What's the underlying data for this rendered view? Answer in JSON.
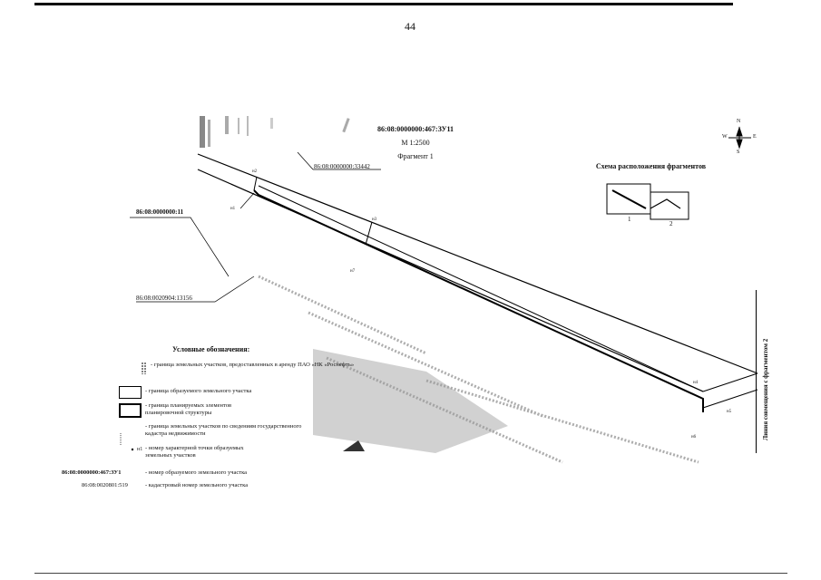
{
  "page_number": "44",
  "map": {
    "zu_number": "86:08:0000000:467:ЗУ11",
    "scale": "М 1:2500",
    "fragment": "Фрагмент 1",
    "side_label": "Линия совмещения с фрагментом 2",
    "compass": {
      "n": "N",
      "s": "S",
      "w": "W",
      "e": "E"
    },
    "cadastral_labels": [
      "86:08:0000000:33442",
      "86:08:0000000:11",
      "86:08:0020904:13156"
    ],
    "points": [
      "н2",
      "н1",
      "н3",
      "н7",
      "н4",
      "н5",
      "н6"
    ]
  },
  "inset": {
    "title": "Схема расположения фрагментов",
    "fragments": [
      "1",
      "2"
    ]
  },
  "legend": {
    "title": "Условные обозначения:",
    "items": [
      "- граница земельных участков, предоставленных в аренду ПАО «НК «Роснефть»",
      "- граница образуемого земельного участка",
      "- граница планируемых элементов планировочной структуры",
      "- граница земельных участков по сведениям государственного кадастра недвижимости",
      "- номер характерной точки образуемых земельных участков",
      "- номер образуемого земельного участка",
      "- кадастровый номер земельного участка"
    ],
    "point_sample": "н1",
    "zu_sample": "86:08:0000000:467:ЗУ1",
    "cad_sample": "86:08:0020801:519"
  }
}
